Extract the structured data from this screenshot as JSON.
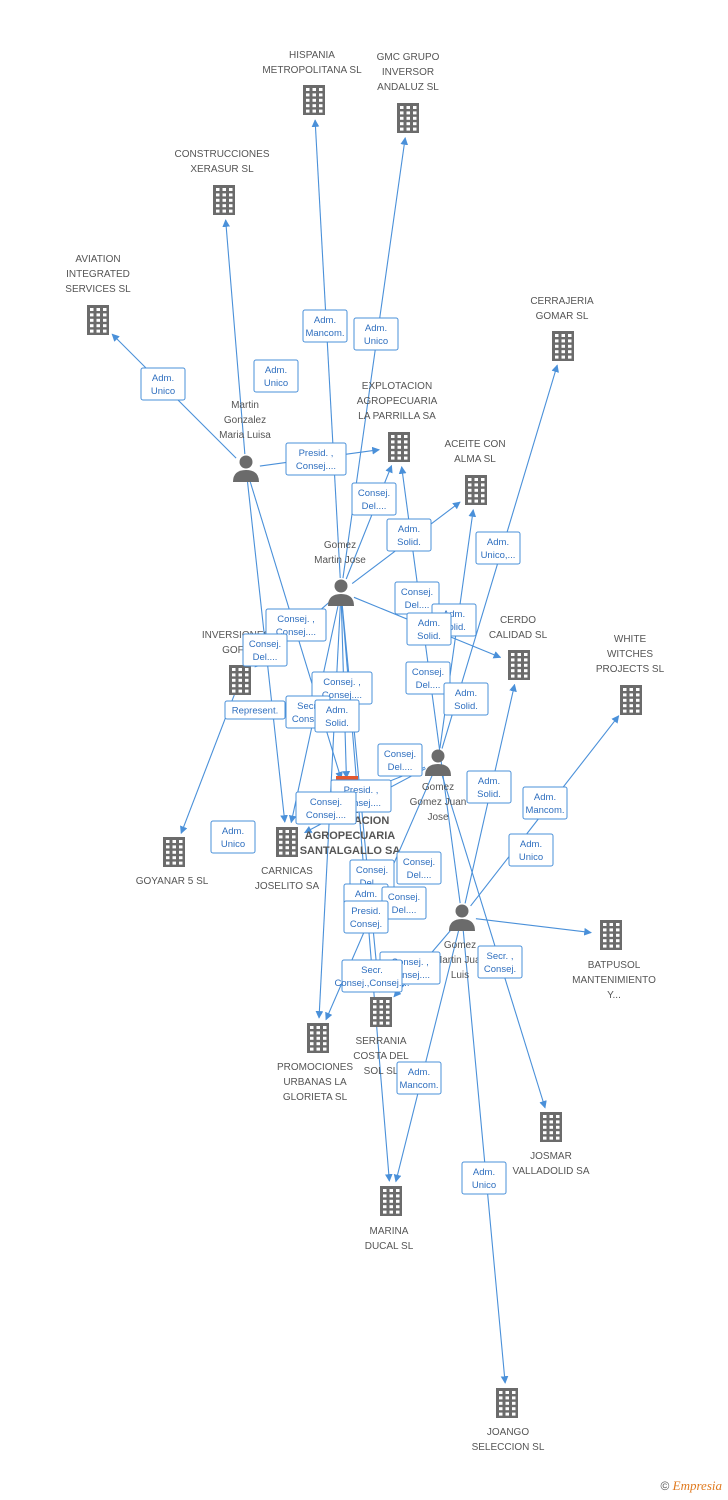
{
  "nodes": [
    {
      "id": "hispania",
      "type": "company",
      "label": [
        "HISPANIA",
        "METROPOLITANA SL"
      ]
    },
    {
      "id": "gmc",
      "type": "company",
      "label": [
        "GMC GRUPO",
        "INVERSOR",
        "ANDALUZ SL"
      ]
    },
    {
      "id": "xerasur",
      "type": "company",
      "label": [
        "CONSTRUCCIONES",
        "XERASUR SL"
      ]
    },
    {
      "id": "aviation",
      "type": "company",
      "label": [
        "AVIATION",
        "INTEGRATED",
        "SERVICES  SL"
      ]
    },
    {
      "id": "cerrajeria",
      "type": "company",
      "label": [
        "CERRAJERIA",
        "GOMAR SL"
      ]
    },
    {
      "id": "parrilla",
      "type": "company",
      "label": [
        "EXPLOTACION",
        "AGROPECUARIA",
        "LA PARRILLA SA"
      ]
    },
    {
      "id": "aceite",
      "type": "company",
      "label": [
        "ACEITE CON",
        "ALMA SL"
      ]
    },
    {
      "id": "mgml",
      "type": "person",
      "label": [
        "Martin",
        "Gonzalez",
        "Maria Luisa"
      ]
    },
    {
      "id": "gmj",
      "type": "person",
      "label": [
        "Gomez",
        "Martin Jose"
      ]
    },
    {
      "id": "inversiones",
      "type": "company",
      "label": [
        "INVERSIONES",
        "GOFF"
      ]
    },
    {
      "id": "cerdo",
      "type": "company",
      "label": [
        "CERDO",
        "CALIDAD SL"
      ]
    },
    {
      "id": "white",
      "type": "company",
      "label": [
        "WHITE",
        "WITCHES",
        "PROJECTS SL"
      ]
    },
    {
      "id": "main",
      "type": "main",
      "label": [
        "EXPLOTACION",
        "AGROPECUARIA",
        "SANTALGALLO SA"
      ]
    },
    {
      "id": "ggjj",
      "type": "person",
      "label": [
        "Gomez",
        "Gomez Juan",
        "Jose"
      ]
    },
    {
      "id": "goyanar",
      "type": "company",
      "label": [
        "GOYANAR 5  SL"
      ]
    },
    {
      "id": "carnicas",
      "type": "company",
      "label": [
        "CARNICAS",
        "JOSELITO SA"
      ]
    },
    {
      "id": "gmjl",
      "type": "person",
      "label": [
        "Gomez",
        "Martin Juan",
        "Luis"
      ]
    },
    {
      "id": "batpusol",
      "type": "company",
      "label": [
        "BATPUSOL",
        "MANTENIMIENTO",
        "Y..."
      ]
    },
    {
      "id": "serrania",
      "type": "company",
      "label": [
        "SERRANIA",
        "COSTA DEL",
        "SOL SL"
      ]
    },
    {
      "id": "promociones",
      "type": "company",
      "label": [
        "PROMOCIONES",
        "URBANAS LA",
        "GLORIETA SL"
      ]
    },
    {
      "id": "josmar",
      "type": "company",
      "label": [
        "JOSMAR",
        "VALLADOLID SA"
      ]
    },
    {
      "id": "marina",
      "type": "company",
      "label": [
        "MARINA",
        "DUCAL SL"
      ]
    },
    {
      "id": "joango",
      "type": "company",
      "label": [
        "JOANGO",
        "SELECCION SL"
      ]
    }
  ],
  "edge_labels": [
    [
      "Adm.",
      "Mancom."
    ],
    [
      "Adm.",
      "Unico"
    ],
    [
      "Adm.",
      "Unico"
    ],
    [
      "Adm.",
      "Unico"
    ],
    [
      "Presid. ,",
      "Consej...."
    ],
    [
      "Consej.",
      "Del...."
    ],
    [
      "Adm.",
      "Solid."
    ],
    [
      "Adm.",
      "Unico,..."
    ],
    [
      "Consej.",
      "Del...."
    ],
    [
      "Adm.",
      "Solid."
    ],
    [
      "Adm.",
      "Solid."
    ],
    [
      "Consej. ,",
      "Consej...."
    ],
    [
      "Consej.",
      "Del...."
    ],
    [
      "Consej. ,",
      "Consej...."
    ],
    [
      "Consej.",
      "Del...."
    ],
    [
      "Adm.",
      "Solid."
    ],
    [
      "Represent."
    ],
    [
      "Secr.",
      "Consej."
    ],
    [
      "Adm.",
      "Solid."
    ],
    [
      "Consej.",
      "Del...."
    ],
    [
      "Adm.",
      "Solid."
    ],
    [
      "Presid. ,",
      "Consej...."
    ],
    [
      "Consej.",
      "Consej...."
    ],
    [
      "Adm.",
      "Mancom."
    ],
    [
      "Adm.",
      "Unico"
    ],
    [
      "Adm.",
      "Unico"
    ],
    [
      "Consej.",
      "Del...."
    ],
    [
      "Consej.",
      "Del...."
    ],
    [
      "Adm.",
      "Mancom."
    ],
    [
      "Consej.",
      "Del...."
    ],
    [
      "Presid.",
      "Consej."
    ],
    [
      "Secr. ,",
      "Consej."
    ],
    [
      "Consej. ,",
      "Consej...."
    ],
    [
      "Secr.",
      "Consej.,Consej...."
    ],
    [
      "Adm.",
      "Mancom."
    ],
    [
      "Adm.",
      "Unico"
    ]
  ],
  "footer": {
    "copyright": "©",
    "brand": "Empresia"
  }
}
